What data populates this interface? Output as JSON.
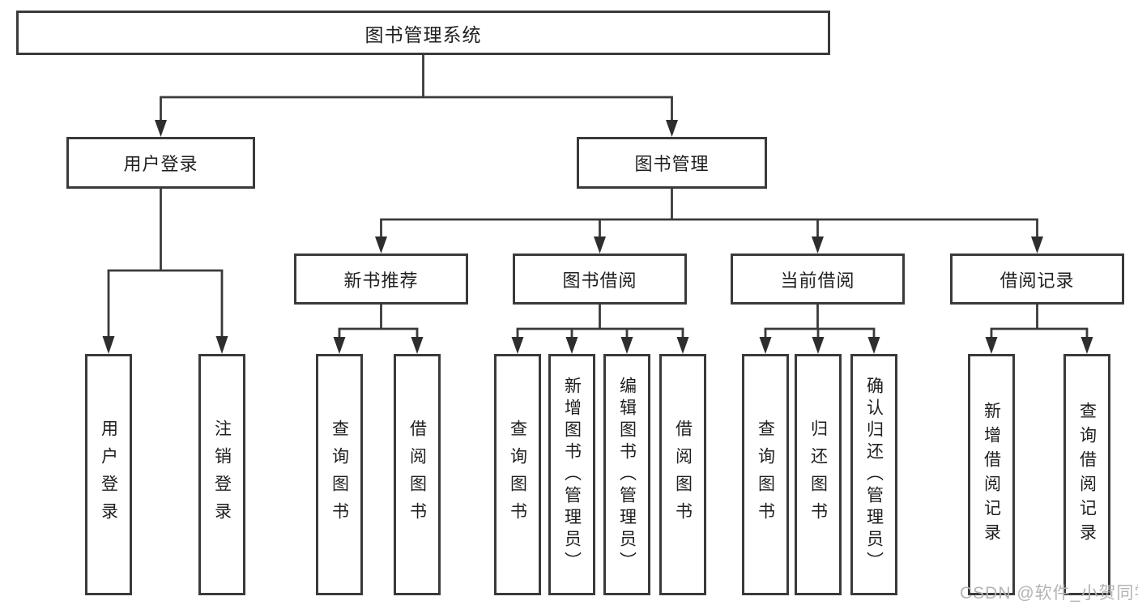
{
  "root": {
    "label": "图书管理系统",
    "children": [
      {
        "label": "用户登录",
        "children": [
          {
            "label": "用户登录"
          },
          {
            "label": "注销登录"
          }
        ]
      },
      {
        "label": "图书管理",
        "children": [
          {
            "label": "新书推荐",
            "children": [
              {
                "label": "查询图书"
              },
              {
                "label": "借阅图书"
              }
            ]
          },
          {
            "label": "图书借阅",
            "children": [
              {
                "label": "查询图书"
              },
              {
                "label": "新增图书（管理员）"
              },
              {
                "label": "编辑图书（管理员）"
              },
              {
                "label": "借阅图书"
              }
            ]
          },
          {
            "label": "当前借阅",
            "children": [
              {
                "label": "查询图书"
              },
              {
                "label": "归还图书"
              },
              {
                "label": "确认归还（管理员）"
              }
            ]
          },
          {
            "label": "借阅记录",
            "children": [
              {
                "label": "新增借阅记录"
              },
              {
                "label": "查询借阅记录"
              }
            ]
          }
        ]
      }
    ]
  },
  "watermark": "CSDN @软件_小贺同学",
  "colors": {
    "line": "#3a3a3a",
    "text": "#1f1f1f",
    "watermark": "#b4b4b4",
    "background": "#ffffff"
  }
}
